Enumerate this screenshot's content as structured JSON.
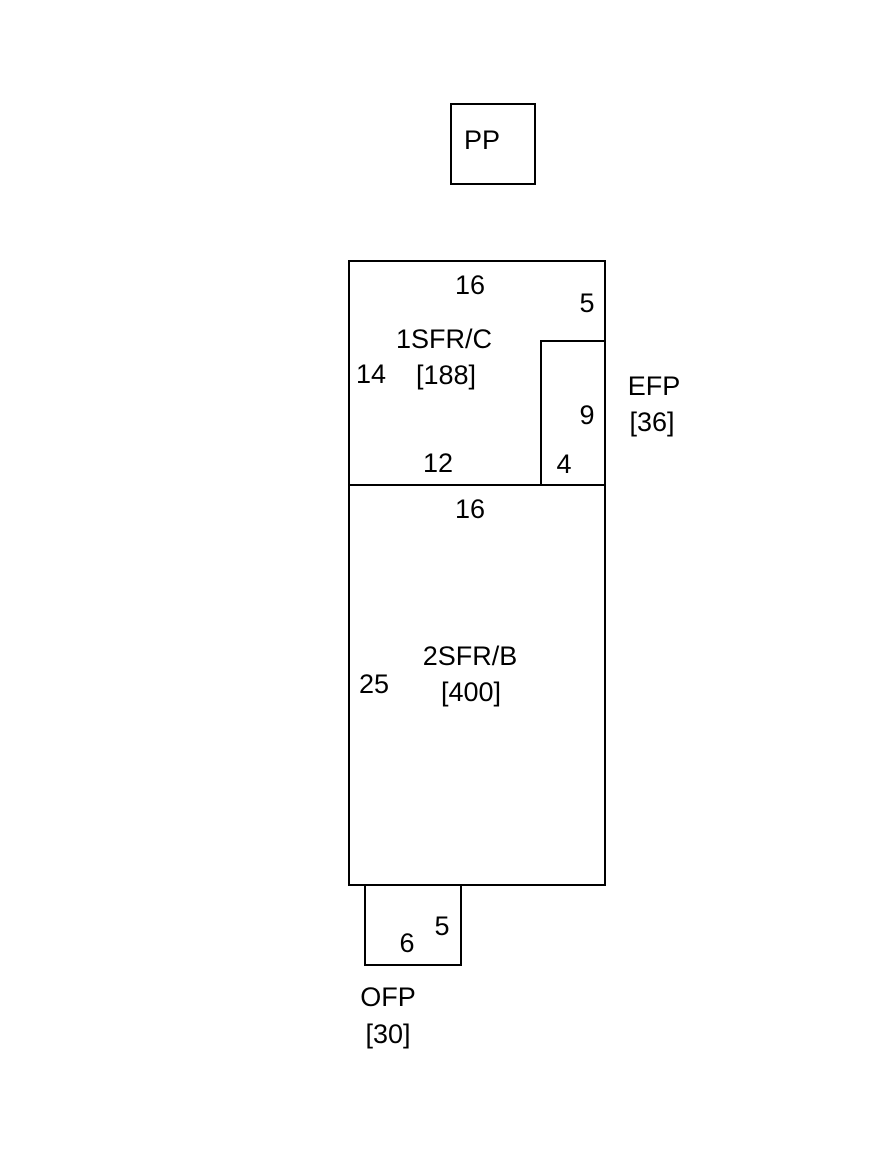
{
  "sketch": {
    "pp": {
      "name": "PP"
    },
    "first_floor_crawl": {
      "name": "1SFR/C",
      "area": "[188]"
    },
    "second_floor_basement": {
      "name": "2SFR/B",
      "area": "[400]"
    },
    "enclosed_porch": {
      "name": "EFP",
      "area": "[36]"
    },
    "open_porch": {
      "name": "OFP",
      "area": "[30]"
    },
    "dimensions": {
      "top_width": "16",
      "upper_right_side": "5",
      "left_side_upper": "14",
      "inner_bottom_width": "12",
      "porch_height": "9",
      "porch_width": "4",
      "middle_width": "16",
      "left_side_lower": "25",
      "ofp_height": "5",
      "ofp_width": "6"
    },
    "line_color": "#000000",
    "background_color": "#ffffff"
  }
}
